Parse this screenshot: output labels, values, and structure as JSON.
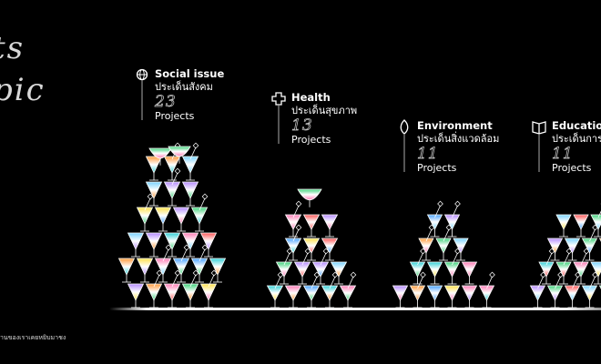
{
  "title_lines": [
    "ts",
    "pic"
  ],
  "footnote": "านของเราเคยหยิบมาชง",
  "categories": [
    {
      "name": "Social issue",
      "thai": "ประเด็นสังคม",
      "count": "23",
      "unit": "Projects",
      "icon": "globe-icon"
    },
    {
      "name": "Health",
      "thai": "ประเด็นสุขภาพ",
      "count": "13",
      "unit": "Projects",
      "icon": "medical-cross-icon"
    },
    {
      "name": "Environment",
      "thai": "ประเด็นสิ่งแวดล้อม",
      "count": "11",
      "unit": "Projects",
      "icon": "leaf-icon"
    },
    {
      "name": "Education",
      "thai": "ประเด็นการ",
      "count": "11",
      "unit": "Projects",
      "icon": "book-icon"
    }
  ],
  "colors": {
    "background": "#000000",
    "line": "#ffffff",
    "accent_pink": "#ff7eb6",
    "accent_blue": "#4aa3ff",
    "accent_orange": "#ff9a3c",
    "accent_green": "#3fd17a"
  }
}
